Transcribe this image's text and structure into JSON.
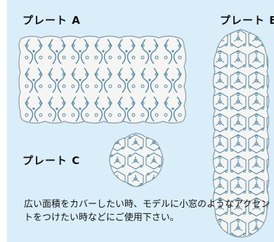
{
  "plate_a": {
    "label": "プレート A"
  },
  "plate_b": {
    "label": "プレート B"
  },
  "plate_c": {
    "label": "プレート C"
  },
  "description": "広い面積をカバーしたい時、モデルに小窓のようなアクセントをつけたい時などにご使用下さい。",
  "colors": {
    "background": "#d9eef8",
    "plate": "#f5f5f3",
    "edge": "#8a9aa4",
    "pattern": "#4f88a8"
  }
}
